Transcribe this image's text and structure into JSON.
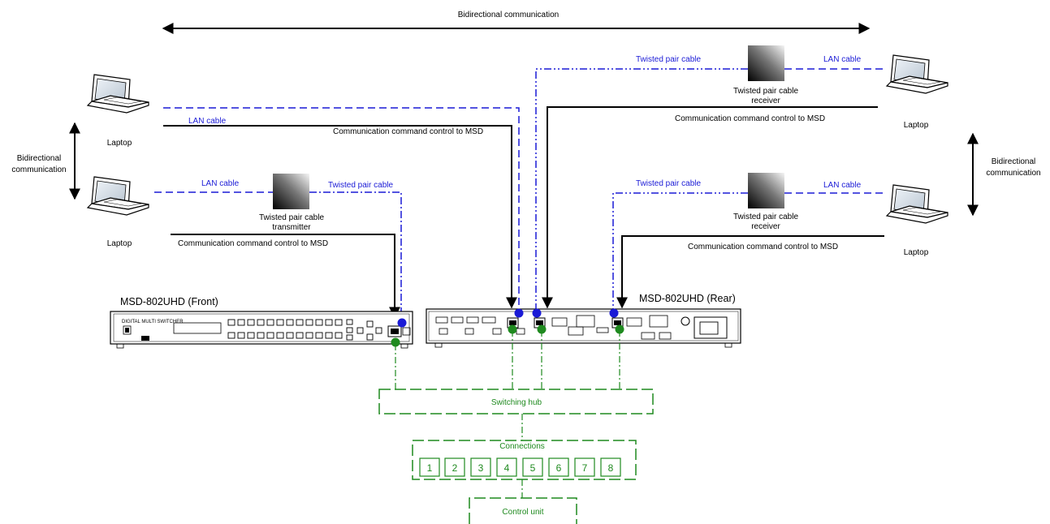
{
  "top_label": "Bidirectional communication",
  "left_bidir": [
    "Bidirectional",
    "communication"
  ],
  "right_bidir": [
    "Bidirectional",
    "communication"
  ],
  "laptop_label": "Laptop",
  "lan_cable": "LAN cable",
  "twisted_pair_cable": "Twisted pair cable",
  "comm_command": "Communication command control to MSD",
  "tp_transmitter": [
    "Twisted pair cable",
    "transmitter"
  ],
  "tp_receiver": [
    "Twisted pair cable",
    "receiver"
  ],
  "front_device": "MSD-802UHD (Front)",
  "rear_device": "MSD-802UHD (Rear)",
  "front_panel_text": "DIGITAL MULTI SWITCHER",
  "switching_hub": "Switching hub",
  "connections": "Connections",
  "ports": [
    "1",
    "2",
    "3",
    "4",
    "5",
    "6",
    "7",
    "8"
  ],
  "control_unit": "Control unit",
  "colors": {
    "lan": "#1a1ad6",
    "hub": "#1f8a1f",
    "solid": "#000000"
  }
}
